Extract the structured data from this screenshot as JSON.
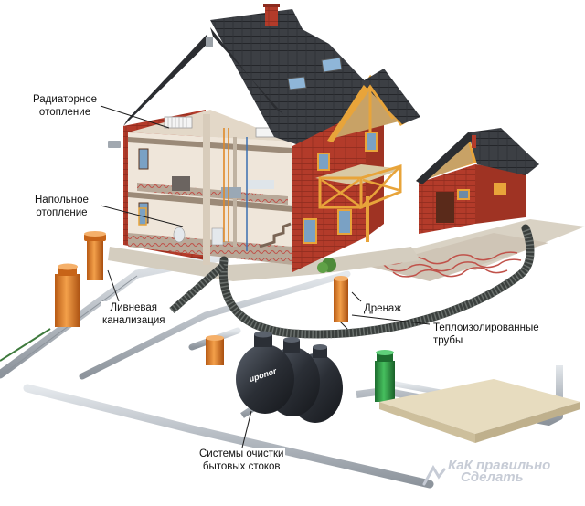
{
  "labels": {
    "radiator": [
      "Радиаторное",
      "отопление"
    ],
    "floor": [
      "Напольное",
      "отопление"
    ],
    "storm": [
      "Ливневая",
      "канализация"
    ],
    "drain": "Дренаж",
    "pipes": [
      "Теплоизолированные",
      "трубы"
    ],
    "septic": [
      "Системы очистки",
      "бытовых стоков"
    ]
  },
  "tank_brand": "uponor",
  "watermark": [
    "КаК правильно",
    "Сделать"
  ],
  "colors": {
    "brick": "#b33b2a",
    "roof": "#3c3f44",
    "timber": "#e8a43a",
    "wall_inner": "#efe6da",
    "pipe": "#b6bcc3",
    "corrugated": "#3a3f3d",
    "orange_well": "#e8842b",
    "green_well": "#2f9a45",
    "tank": "#2b2f36"
  }
}
